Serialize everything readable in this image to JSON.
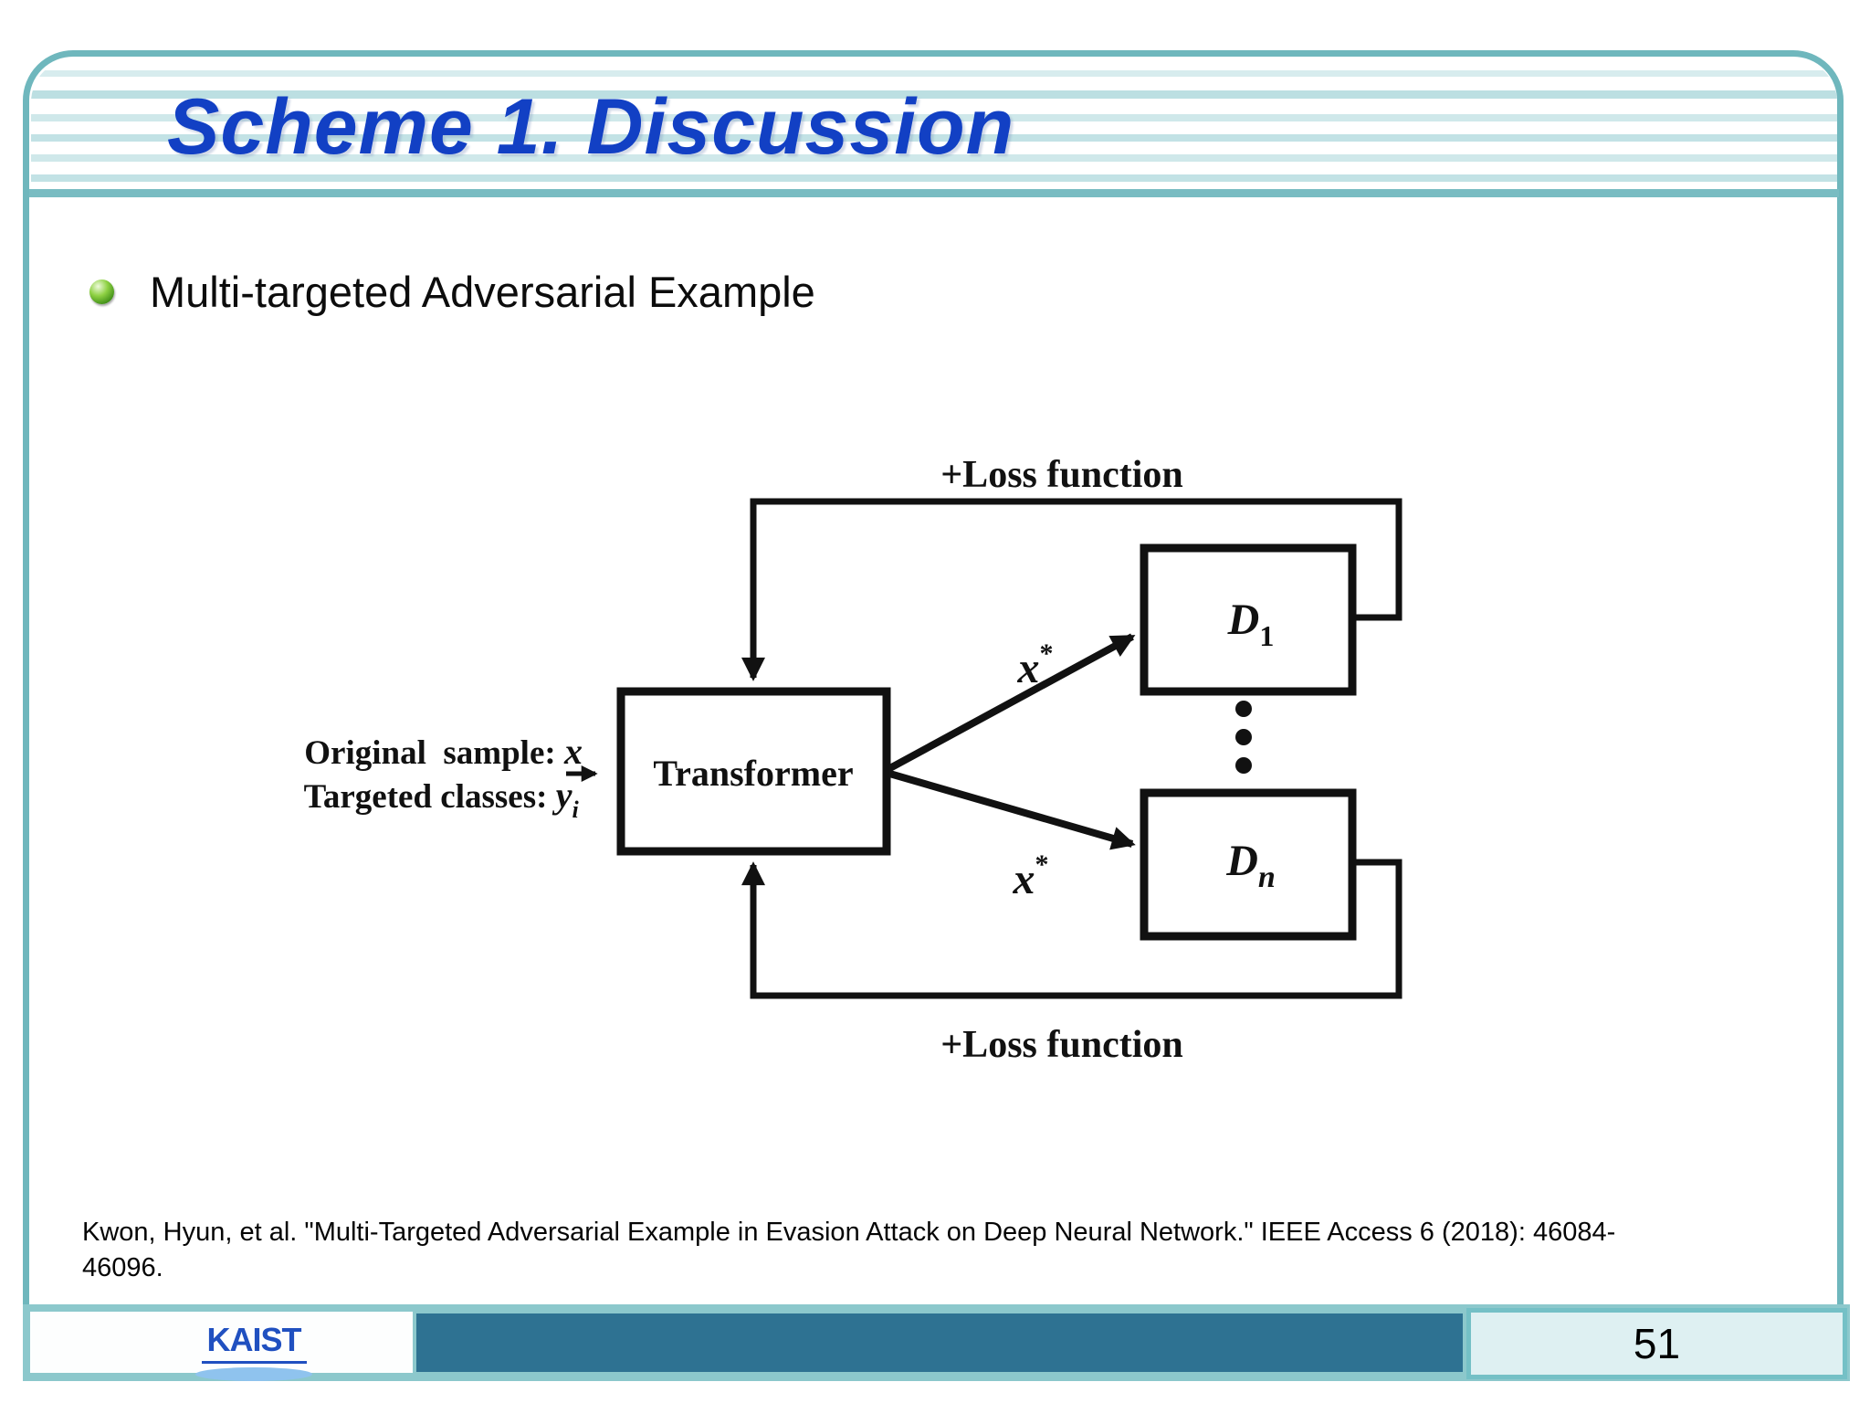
{
  "slide": {
    "title": "Scheme 1. Discussion",
    "bullet_text": "Multi-targeted Adversarial Example",
    "citation": {
      "line1": "Kwon, Hyun, et al. \"Multi-Targeted Adversarial Example in Evasion Attack on Deep Neural Network.\" IEEE Access 6 (2018): 46084-",
      "line2": "46096."
    },
    "footer": {
      "logo_text": "KAIST",
      "page_number": "51"
    }
  },
  "diagram": {
    "loss_top": "+Loss function",
    "loss_bottom": "+Loss function",
    "transformer": "Transformer",
    "input1": {
      "label": "Original  sample: ",
      "math": "x"
    },
    "input2": {
      "label": "Targeted classes: ",
      "math": "y",
      "sub": "i"
    },
    "d1": {
      "base": "D",
      "sub": "1"
    },
    "dn": {
      "base": "D",
      "sub": "n"
    },
    "xstar_top": {
      "base": "x",
      "sup": "*"
    },
    "xstar_bottom": {
      "base": "x",
      "sup": "*"
    }
  },
  "colors": {
    "title_blue": "#1240c4",
    "frame_teal": "#6fb7bd",
    "footer_bar_dark": "#2e7292",
    "footer_cell_light": "#def0f2",
    "logo_blue": "#2050c0",
    "bullet_green": "#6abf3a",
    "ink": "#111111"
  }
}
